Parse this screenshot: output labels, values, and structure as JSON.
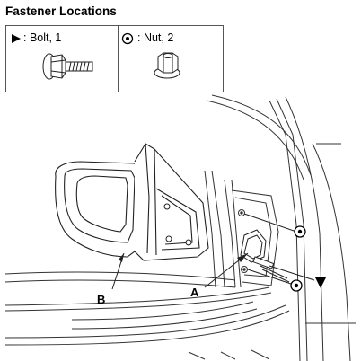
{
  "legend": {
    "title": "Fastener Locations",
    "bolt_label": ": Bolt, 1",
    "nut_label": ": Nut, 2"
  },
  "callouts": {
    "a": "A",
    "b": "B"
  }
}
